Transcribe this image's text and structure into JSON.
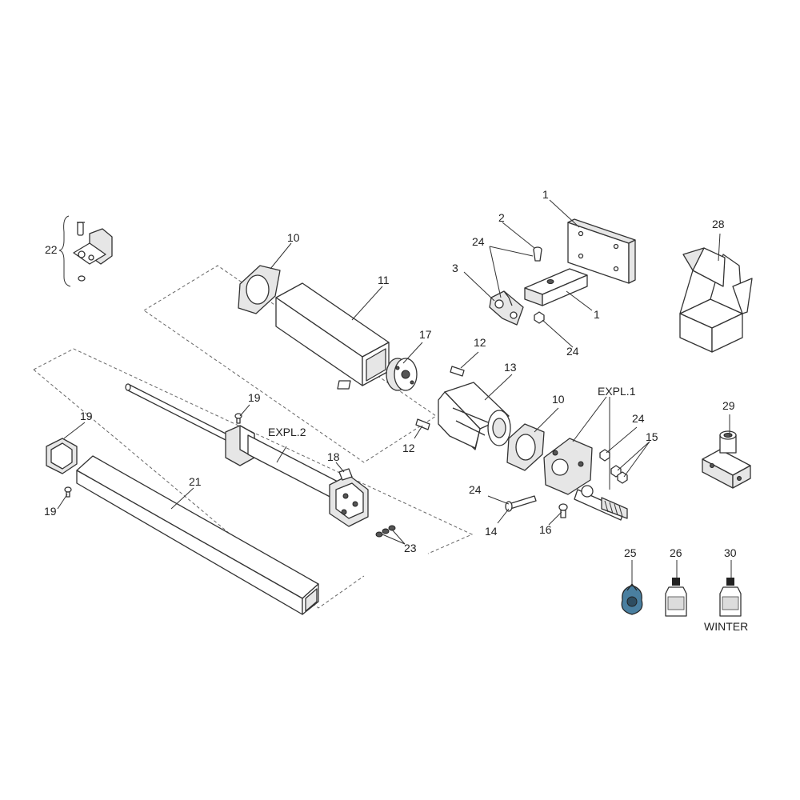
{
  "diagram": {
    "callouts": {
      "c22": "22",
      "c10a": "10",
      "c11": "11",
      "c1a": "1",
      "c2": "2",
      "c24a": "24",
      "c3": "3",
      "c1b": "1",
      "c24b": "24",
      "c28": "28",
      "c17": "17",
      "c12a": "12",
      "c13": "13",
      "c12b": "12",
      "c10b": "10",
      "c19a": "19",
      "c19b": "19",
      "c19c": "19",
      "c21": "21",
      "c18": "18",
      "c23": "23",
      "c24c": "24",
      "c24d": "24",
      "c15": "15",
      "c14": "14",
      "c16": "16",
      "c29": "29",
      "c25": "25",
      "c26": "26",
      "c30": "30"
    },
    "expl1": "EXPL.1",
    "expl2": "EXPL.2",
    "winter": "WINTER"
  }
}
